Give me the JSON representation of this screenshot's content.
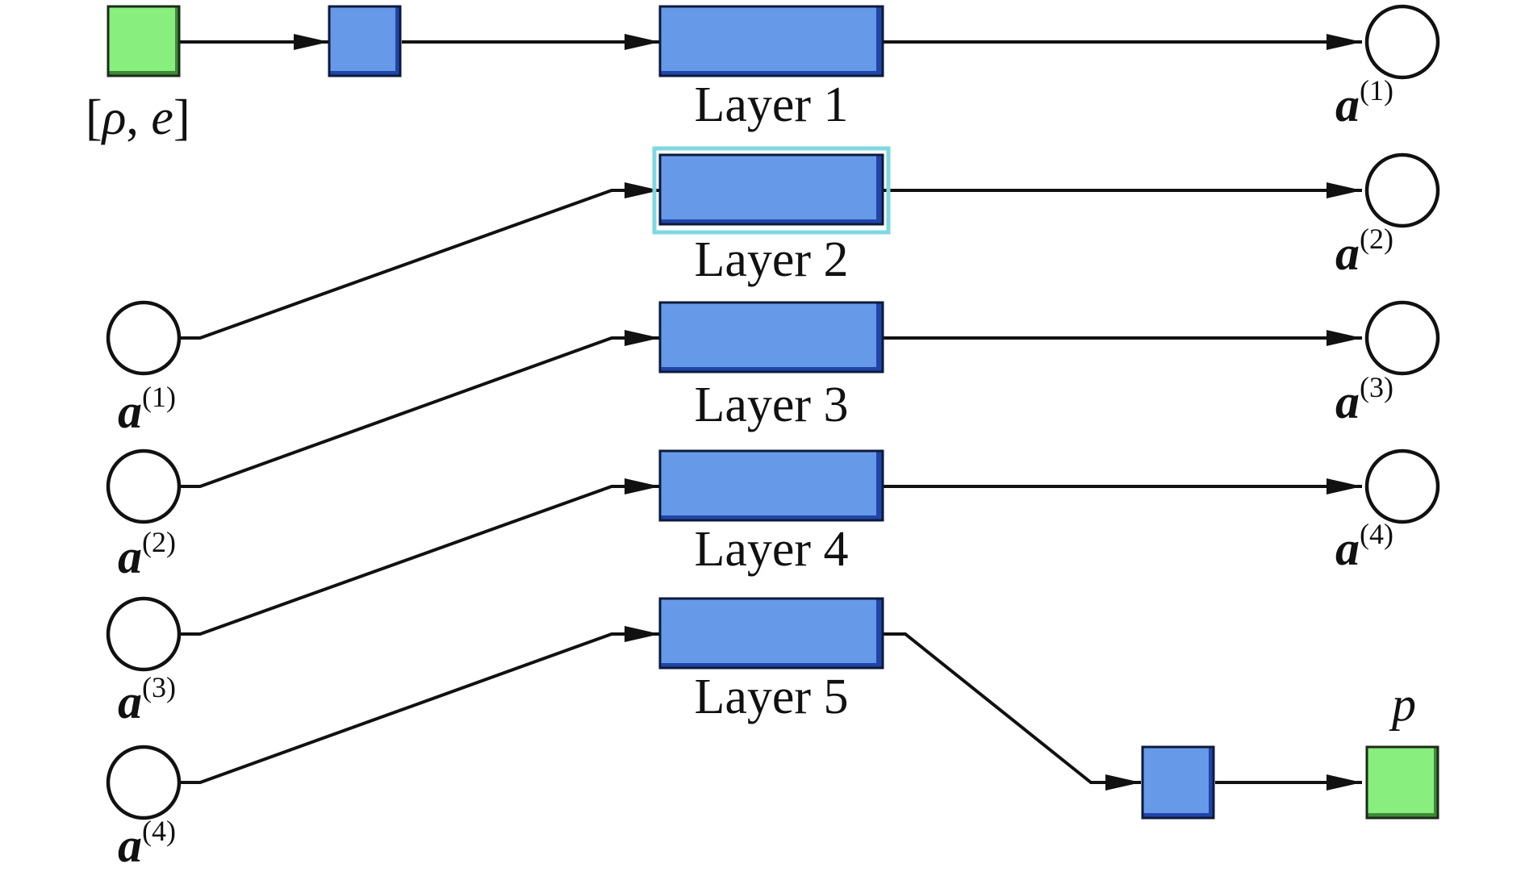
{
  "input_label_parts": {
    "open": "[",
    "rho": "ρ",
    "comma": ", ",
    "e": "e",
    "close": "]"
  },
  "output_label": "p",
  "layers": [
    "Layer 1",
    "Layer 2",
    "Layer 3",
    "Layer 4",
    "Layer 5"
  ],
  "selected_layer_index": 1,
  "activation_symbol": "a",
  "activation_indices": [
    "(1)",
    "(2)",
    "(3)",
    "(4)"
  ],
  "colors": {
    "block_fill": "#6699e8",
    "block_dark": "#1f45a8",
    "block_border": "#0e1a3a",
    "terminal_fill": "#88ee7e",
    "selection_outline": "#7fd8e2",
    "wire": "#111111"
  }
}
